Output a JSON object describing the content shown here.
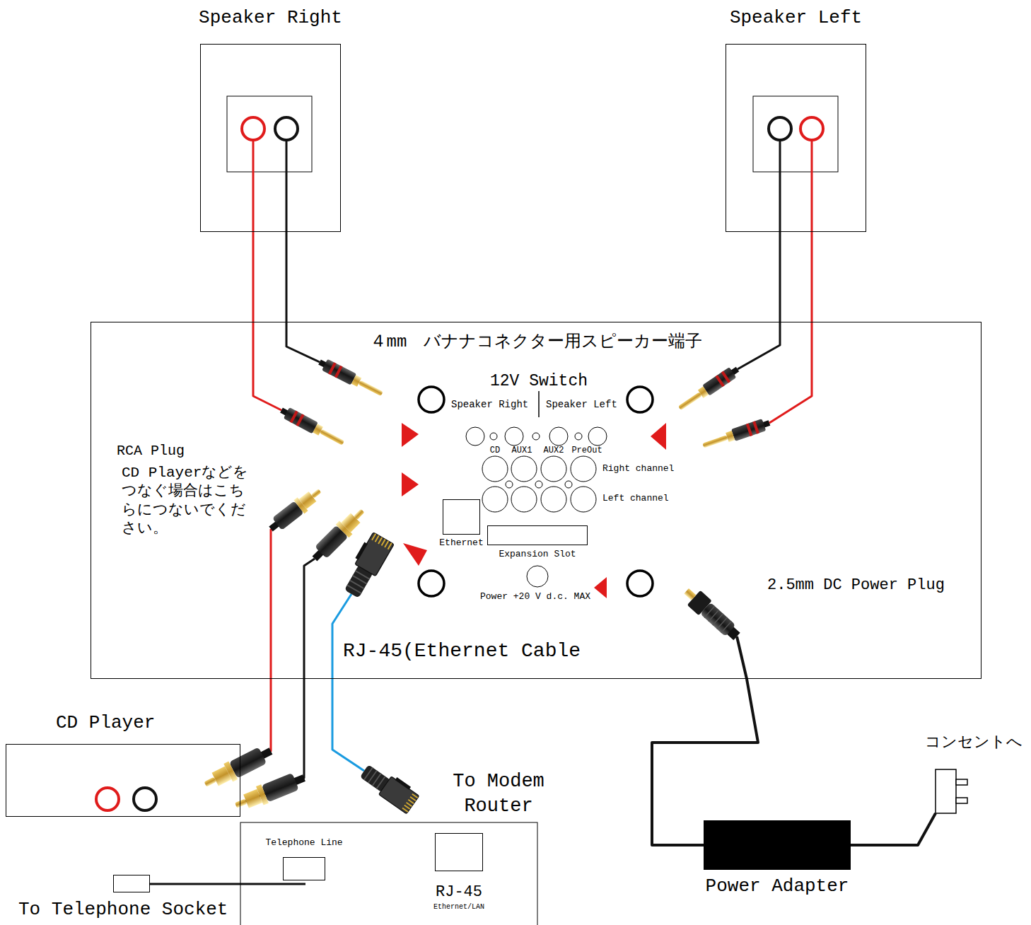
{
  "diagram": {
    "nodes": [
      {
        "text": [
          "Speaker Right"
        ]
      },
      {
        "text": [
          "Speaker Left"
        ]
      },
      {
        "text": [
          "４mm　バナナコネクター用スピーカー端子"
        ]
      },
      {
        "text": [
          "Ethernet"
        ],
        "in": 2
      },
      {
        "text": [
          "Expansion Slot"
        ],
        "in": 2
      },
      {
        "text": [
          "CD Player"
        ]
      },
      {
        "text": [
          "Power Adapter"
        ]
      },
      {
        "text": [
          "To Telephone Socket"
        ]
      },
      {
        "text": [
          "Telephone Line"
        ]
      },
      {
        "text": [
          "RJ-45",
          "Ethernet/LAN"
        ]
      }
    ],
    "edges": [
      {
        "from": 0,
        "to": 2,
        "arrow": "none"
      },
      {
        "from": 0,
        "to": 2,
        "arrow": "none"
      },
      {
        "from": 1,
        "to": 2,
        "arrow": "none"
      },
      {
        "from": 1,
        "to": 2,
        "arrow": "none"
      },
      {
        "from": 5,
        "to": 2,
        "arrow": "none"
      },
      {
        "from": 5,
        "to": 2,
        "arrow": "none"
      },
      {
        "from": 6,
        "to": 2,
        "arrow": "none"
      },
      {
        "from": 7,
        "to": 8,
        "arrow": "none"
      }
    ],
    "labels": [
      "12V Switch",
      "Speaker Right",
      "Speaker Left",
      "CD",
      "AUX1",
      "AUX2",
      "PreOut",
      "Right channel",
      "Left channel",
      "RCA Plug",
      "CD Playerなどをつなぐ場合はこちらにつないでください。",
      "Power +20 V d.c. MAX",
      "RJ-45(Ethernet Cable",
      "2.5mm DC Power Plug",
      "To Modem Router",
      "コンセントへ"
    ]
  }
}
